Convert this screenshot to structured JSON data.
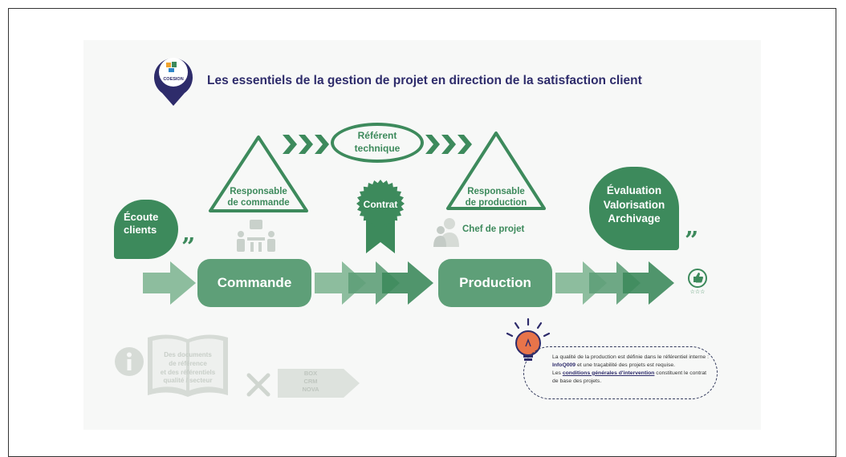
{
  "header": {
    "logo_text": "COESION",
    "title": "Les essentiels de la gestion de projet en direction de la satisfaction client"
  },
  "bubbles": {
    "ecoute": "Écoute\nclients",
    "evaluation": "Évaluation\nValorisation\nArchivage"
  },
  "roles": {
    "responsable_commande": "Responsable\nde commande",
    "referent": "Référent\ntechnique",
    "responsable_production": "Responsable\nde production",
    "chef_projet": "Chef de projet",
    "contrat": "Contrat"
  },
  "steps": {
    "commande": "Commande",
    "production": "Production"
  },
  "resources": {
    "book": "Des documents\nde référence\net des référentiels\nqualité / secteur",
    "tools": "BOX\nCRM\nNOVA"
  },
  "note": {
    "line1_pre": "La qualité de la production est définie dans le référentiel interne : ",
    "line1_bold": "InfoQ009",
    "line1_post": " et une traçabilité des projets est requise.",
    "line2_pre": "Les ",
    "line2_link": "conditions générales d'intervention",
    "line2_post": " constituent le contrat de base des projets."
  },
  "colors": {
    "green_dark": "#3d8a5c",
    "green_mid": "#5e9f78",
    "green_light": "#8dbd9e",
    "navy": "#2e2c6b",
    "orange": "#e8744a",
    "gray": "#d6dbd6"
  }
}
